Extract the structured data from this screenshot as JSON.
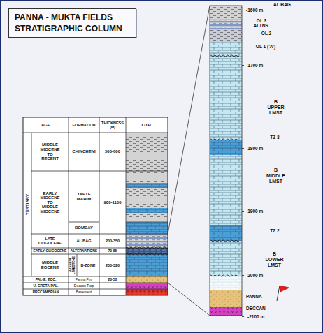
{
  "diagram": {
    "title": "PANNA - MUKTA FIELDS STRATIGRAPHIC COLUMN",
    "labels": [
      "AGE",
      "FORMATION",
      "THICKNESS (M)",
      "LITH.",
      "TERTIARY",
      "MIDDLE MIOCENE TO RECENT",
      "CHINCHENI",
      "500-600",
      "EARLY MIOCENE TO MIDDLE MIOCENE",
      "TAPTI-MAHIM",
      "900-1100",
      "BOMBAY",
      "LATE OLIGOCENE",
      "ALIBAG",
      "200-350",
      "EARLY OLIGOCENE",
      "ALTERNATIONS",
      "70-85",
      "MIDDLE EOCENE",
      "BASSEIN LIMESTONE",
      "B-ZONE",
      "200-320",
      "PAL-E. EOC.",
      "Panna Fm.",
      "20-50",
      "U. CRETA-PAL.",
      "Deccan Trap",
      "PRECAMBRIAN",
      "Basement",
      "-1600 m",
      "ALIBAG",
      "OL 3 ALTNS.",
      "OL 2",
      "OL 1 ('A')",
      "-1700 m",
      "B UPPER LMST",
      "TZ 3",
      "-1800 m",
      "B MIDDLE LMST",
      "-1900 m",
      "TZ 2",
      "B LOWER LMST",
      "-2000 m",
      "PANNA",
      "DECCAN",
      "-2100 m"
    ]
  }
}
